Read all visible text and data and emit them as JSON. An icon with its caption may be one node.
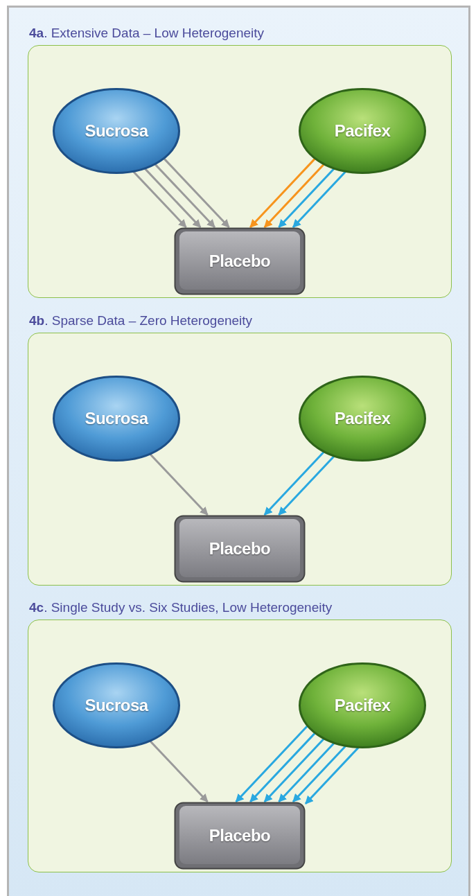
{
  "diagram": {
    "nodes": [
      {
        "text": [
          "**4a**. Extensive Data – Low Heterogeneity"
        ]
      },
      {
        "text": [
          "Sucrosa"
        ],
        "in": 0
      },
      {
        "text": [
          "Pacifex"
        ],
        "in": 0
      },
      {
        "text": [
          "Placebo"
        ],
        "in": 0
      },
      {
        "text": [
          "**4b**. Sparse Data – Zero Heterogeneity"
        ]
      },
      {
        "text": [
          "Sucrosa"
        ],
        "in": 4
      },
      {
        "text": [
          "Pacifex"
        ],
        "in": 4
      },
      {
        "text": [
          "Placebo"
        ],
        "in": 4
      },
      {
        "text": [
          "**4c**. Single Study vs. Six Studies, Low Heterogeneity"
        ]
      },
      {
        "text": [
          "Sucrosa"
        ],
        "in": 8
      },
      {
        "text": [
          "Pacifex"
        ],
        "in": 8
      },
      {
        "text": [
          "Placebo"
        ],
        "in": 8
      }
    ],
    "edges": [
      {
        "from": 1,
        "to": 3,
        "arrow": "to",
        "color": "#9a9a9a"
      },
      {
        "from": 1,
        "to": 3,
        "arrow": "to",
        "color": "#9a9a9a"
      },
      {
        "from": 1,
        "to": 3,
        "arrow": "to",
        "color": "#9a9a9a"
      },
      {
        "from": 1,
        "to": 3,
        "arrow": "to",
        "color": "#9a9a9a"
      },
      {
        "from": 2,
        "to": 3,
        "arrow": "to",
        "color": "#f7941d"
      },
      {
        "from": 2,
        "to": 3,
        "arrow": "to",
        "color": "#f7941d"
      },
      {
        "from": 2,
        "to": 3,
        "arrow": "to"
      },
      {
        "from": 2,
        "to": 3,
        "arrow": "to"
      },
      {
        "from": 5,
        "to": 7,
        "arrow": "to",
        "color": "#9a9a9a"
      },
      {
        "from": 6,
        "to": 7,
        "arrow": "to"
      },
      {
        "from": 6,
        "to": 7,
        "arrow": "to"
      },
      {
        "from": 9,
        "to": 11,
        "arrow": "to",
        "color": "#9a9a9a"
      },
      {
        "from": 10,
        "to": 11,
        "arrow": "to"
      },
      {
        "from": 10,
        "to": 11,
        "arrow": "to"
      },
      {
        "from": 10,
        "to": 11,
        "arrow": "to"
      },
      {
        "from": 10,
        "to": 11,
        "arrow": "to"
      },
      {
        "from": 10,
        "to": 11,
        "arrow": "to"
      },
      {
        "from": 10,
        "to": 11,
        "arrow": "to"
      }
    ]
  }
}
